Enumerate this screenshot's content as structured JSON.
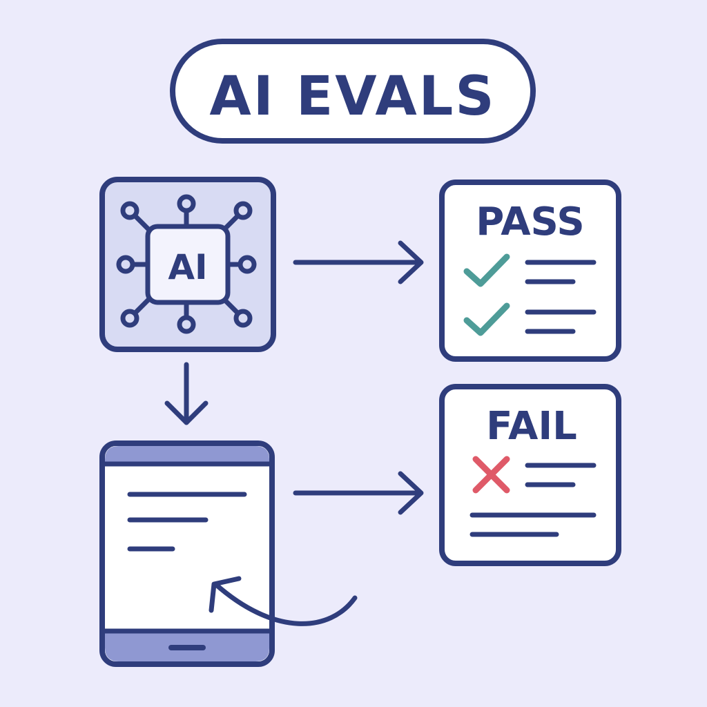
{
  "title": "AI EVALS",
  "chip_label": "AI",
  "pass_card": {
    "title": "PASS",
    "rows": 2
  },
  "fail_card": {
    "title": "FAIL",
    "rows": 1
  },
  "colors": {
    "background": "#ecebfb",
    "outline": "#2f3d7c",
    "chip_fill": "#d8dbf3",
    "tablet_bar": "#8f98d2",
    "check": "#4e9c98",
    "cross": "#df5a68"
  },
  "icons": [
    "ai-chip-icon",
    "check-icon",
    "cross-icon",
    "tablet-icon",
    "arrow-icon"
  ]
}
